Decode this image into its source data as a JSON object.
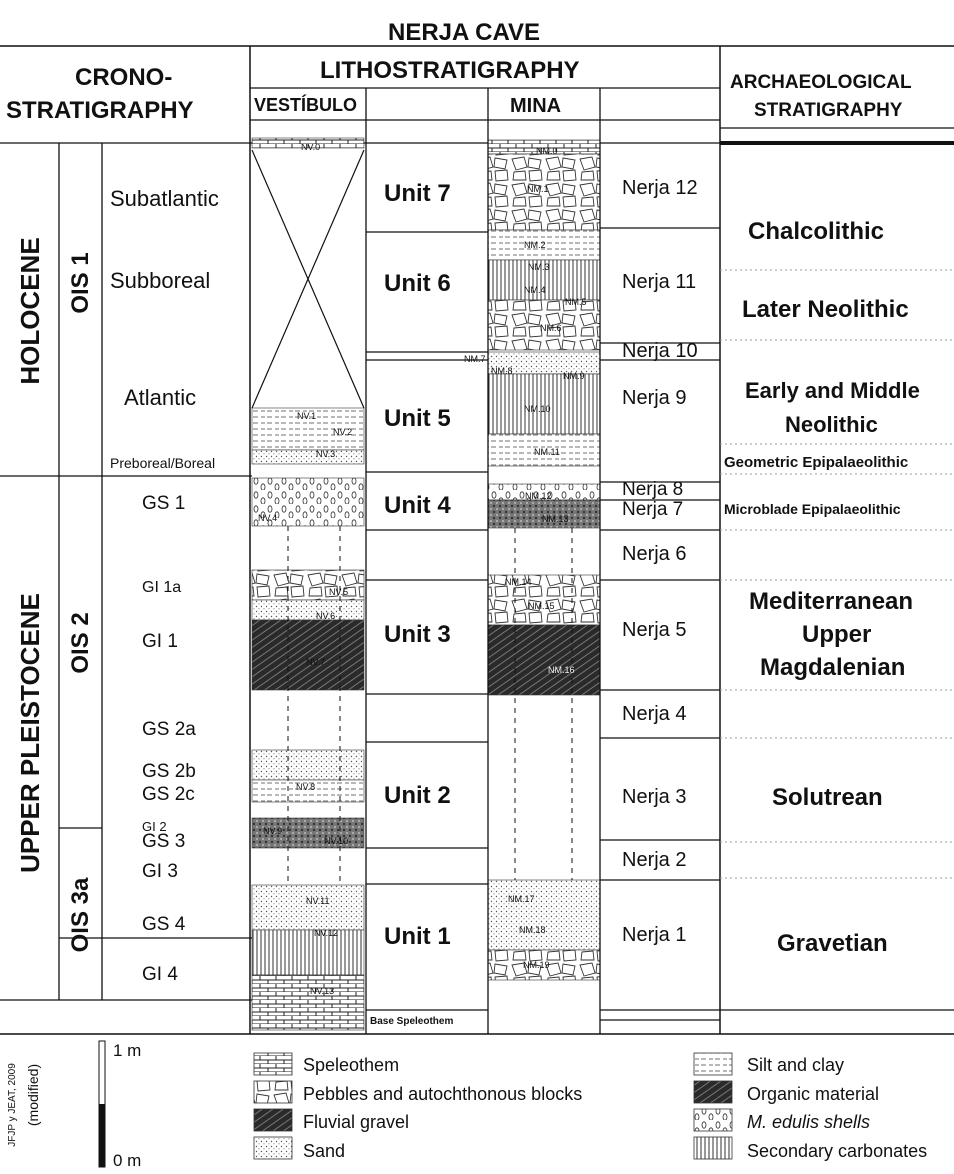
{
  "title": "NERJA CAVE",
  "headers": {
    "chrono_line1": "CRONO-",
    "chrono_line2": "STRATIGRAPHY",
    "litho": "LITHOSTRATIGRAPHY",
    "vestibulo": "VESTÍBULO",
    "mina": "MINA",
    "arch_line1": "ARCHAEOLOGICAL",
    "arch_line2": "STRATIGRAPHY"
  },
  "epochs": [
    "HOLOCENE",
    "UPPER PLEISTOCENE"
  ],
  "ois": [
    "OIS 1",
    "OIS 2",
    "OIS 3a"
  ],
  "periods": [
    "Subatlantic",
    "Subboreal",
    "Atlantic",
    "Preboreal/Boreal",
    "GS 1",
    "GI 1a",
    "GI 1",
    "GS 2a",
    "GS 2b",
    "GS 2c",
    "GI 2",
    "GS 3",
    "GI 3",
    "GS 4",
    "GI 4"
  ],
  "units": [
    "Unit 7",
    "Unit 6",
    "Unit 5",
    "Unit 4",
    "Unit 3",
    "Unit 2",
    "Unit 1"
  ],
  "base_label": "Base Speleothem",
  "nerja": [
    "Nerja 12",
    "Nerja 11",
    "Nerja 10",
    "Nerja 9",
    "Nerja 8",
    "Nerja 7",
    "Nerja 6",
    "Nerja 5",
    "Nerja 4",
    "Nerja 3",
    "Nerja 2",
    "Nerja 1"
  ],
  "archaeo": [
    "Chalcolithic",
    "Later Neolithic",
    "Early and Middle",
    "Neolithic",
    "Geometric Epipalaeolithic",
    "Microblade Epipalaeolithic",
    "Mediterranean",
    "Upper",
    "Magdalenian",
    "Solutrean",
    "Gravetian"
  ],
  "nv_layers": [
    "NV.0",
    "NV.1",
    "NV.2",
    "NV.3",
    "NV.4",
    "NV.5",
    "NV.6",
    "NV.7",
    "NV.8",
    "NV.9",
    "NV.10",
    "NV.11",
    "NV.12",
    "NV.13"
  ],
  "nm_layers": [
    "NM.0",
    "NM.1",
    "NM.2",
    "NM.3",
    "NM.4",
    "NM.5",
    "NM.6",
    "NM.7",
    "NM.8",
    "NM.9",
    "NM.10",
    "NM.11",
    "NM.12",
    "NM.13",
    "NM.14",
    "NM.15",
    "NM.16",
    "NM.17",
    "NM.18",
    "NM.19"
  ],
  "scale": {
    "top": "1 m",
    "bottom": "0 m"
  },
  "credit_line1": "JFJP y JEAT, 2009",
  "credit_line2": "(modified)",
  "legend": [
    "Speleothem",
    "Pebbles and autochthonous blocks",
    "Fluvial gravel",
    "Sand",
    "Silt and clay",
    "Organic material",
    "M. edulis shells",
    "Secondary carbonates"
  ],
  "colors": {
    "line": "#111111",
    "dotted": "#999999"
  }
}
